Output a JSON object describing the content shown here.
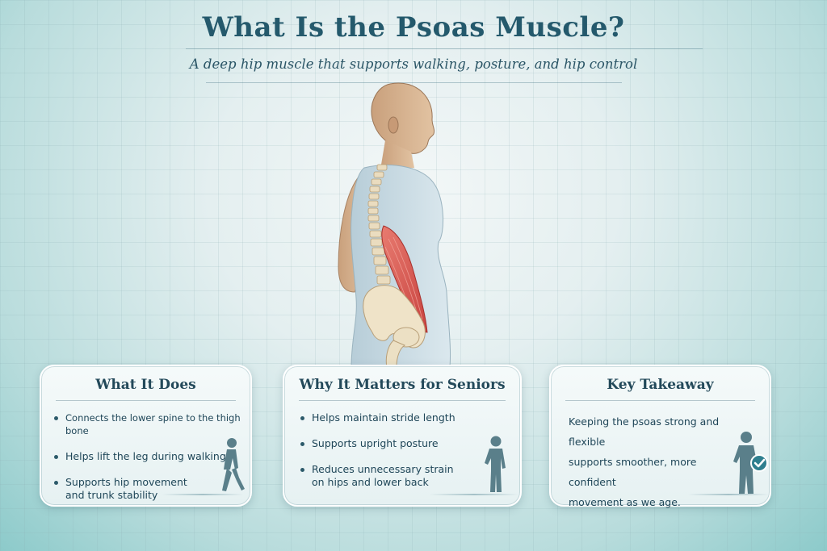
{
  "header": {
    "title": "What Is the Psoas Muscle?",
    "subtitle": "A deep hip muscle that supports walking, posture, and hip control"
  },
  "colors": {
    "accent": "#24596c",
    "muscle": "#d9564f",
    "figure_icon": "#5a7f8a",
    "check": "#2f7f8f"
  },
  "cards": [
    {
      "title": "What It Does",
      "bullets": [
        "Connects the lower spine to the thigh bone",
        "Helps lift the leg during walking",
        "Supports hip movement",
        "and trunk stability"
      ],
      "icon": "walking-person-icon"
    },
    {
      "title": "Why It Matters for Seniors",
      "bullets": [
        "Helps maintain stride length",
        "Supports upright posture",
        "Reduces unnecessary strain",
        "on hips and lower back"
      ],
      "icon": "standing-person-icon"
    },
    {
      "title": "Key Takeaway",
      "lines": [
        "Keeping the psoas strong and flexible",
        "supports smoother, more confident",
        "movement as we age."
      ],
      "icon": "person-check-icon"
    }
  ]
}
